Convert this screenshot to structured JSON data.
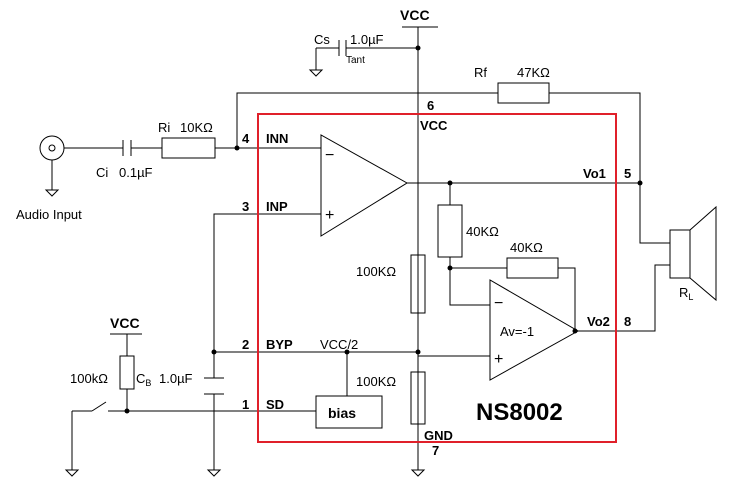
{
  "supply": {
    "vcc_top": "VCC",
    "vcc_left": "VCC"
  },
  "cs": {
    "name": "Cs",
    "value": "1.0µF",
    "type": "Tant"
  },
  "rf": {
    "name": "Rf",
    "value": "47KΩ"
  },
  "ri": {
    "name": "Ri",
    "value": "10KΩ"
  },
  "ci": {
    "name": "Ci",
    "value": "0.1µF"
  },
  "input": {
    "label": "Audio Input"
  },
  "cb": {
    "name": "C",
    "sub": "B",
    "value": "1.0µF"
  },
  "r_sd": {
    "value": "100kΩ"
  },
  "chip": {
    "name": "NS8002",
    "border_color": "#e0202a",
    "vcc_label": "VCC",
    "gnd_label": "GND",
    "vcc2_label": "VCC/2",
    "bias_label": "bias",
    "gain_label": "Av=-1",
    "r_fb1": "40KΩ",
    "r_fb2": "40KΩ",
    "r_div1": "100KΩ",
    "r_div2": "100KΩ"
  },
  "pins": {
    "inn": {
      "num": "4",
      "name": "INN"
    },
    "inp": {
      "num": "3",
      "name": "INP"
    },
    "byp": {
      "num": "2",
      "name": "BYP"
    },
    "sd": {
      "num": "1",
      "name": "SD"
    },
    "vcc": {
      "num": "6"
    },
    "gnd": {
      "num": "7"
    },
    "vo1": {
      "num": "5",
      "name": "Vo1"
    },
    "vo2": {
      "num": "8",
      "name": "Vo2"
    }
  },
  "speaker": {
    "name": "R",
    "sub": "L"
  },
  "opamp_signs": {
    "minus": "−",
    "plus": "+"
  }
}
